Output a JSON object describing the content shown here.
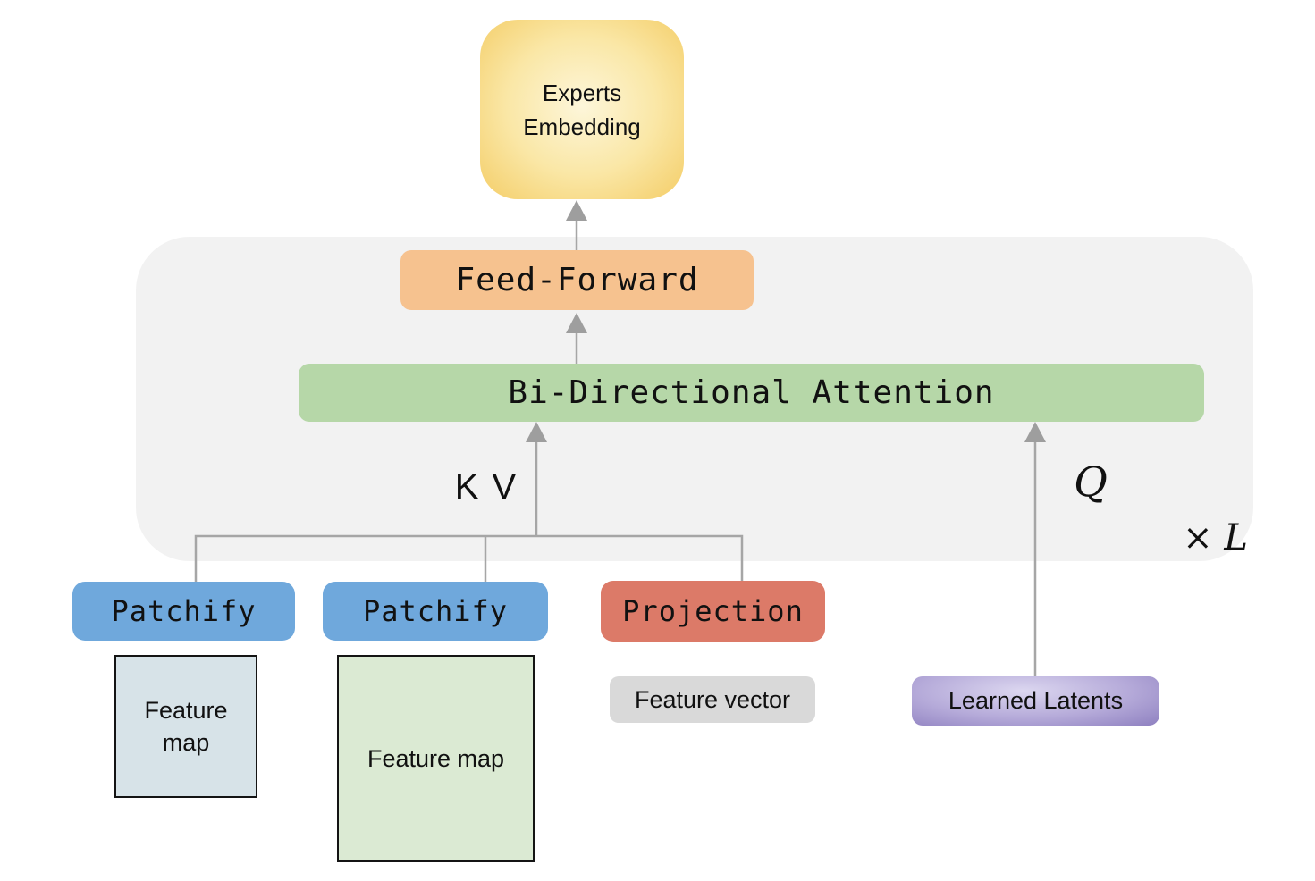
{
  "nodes": {
    "experts_embedding": {
      "label": "Experts Embedding"
    },
    "feed_forward": {
      "label": "Feed-Forward"
    },
    "attention": {
      "label": "Bi-Directional Attention"
    },
    "patchify_left": {
      "label": "Patchify"
    },
    "patchify_middle": {
      "label": "Patchify"
    },
    "projection": {
      "label": "Projection"
    },
    "feature_map_small": {
      "label": "Feature map"
    },
    "feature_map_large": {
      "label": "Feature map"
    },
    "feature_vector": {
      "label": "Feature vector"
    },
    "learned_latents": {
      "label": "Learned Latents"
    }
  },
  "annotations": {
    "kv": "K V",
    "q": "Q",
    "repeat": "× L"
  },
  "colors": {
    "canvas": "#FFFFFF",
    "container": "#F2F2F2",
    "connector": "#A6A6A6",
    "arrowhead": "#9E9E9E",
    "experts_center": "#FDF6DA",
    "experts_edge": "#F4CD67",
    "feed_forward": "#F6C28F",
    "attention": "#B6D7A8",
    "patchify": "#6FA8DC",
    "projection": "#DC7A68",
    "feature_vector": "#D9D9D9",
    "feature_map_small": "#D7E3E8",
    "feature_map_large": "#DBEAD3",
    "latents_light": "#DCD7F0",
    "latents_dark": "#8E80C0",
    "text": "#111111"
  }
}
